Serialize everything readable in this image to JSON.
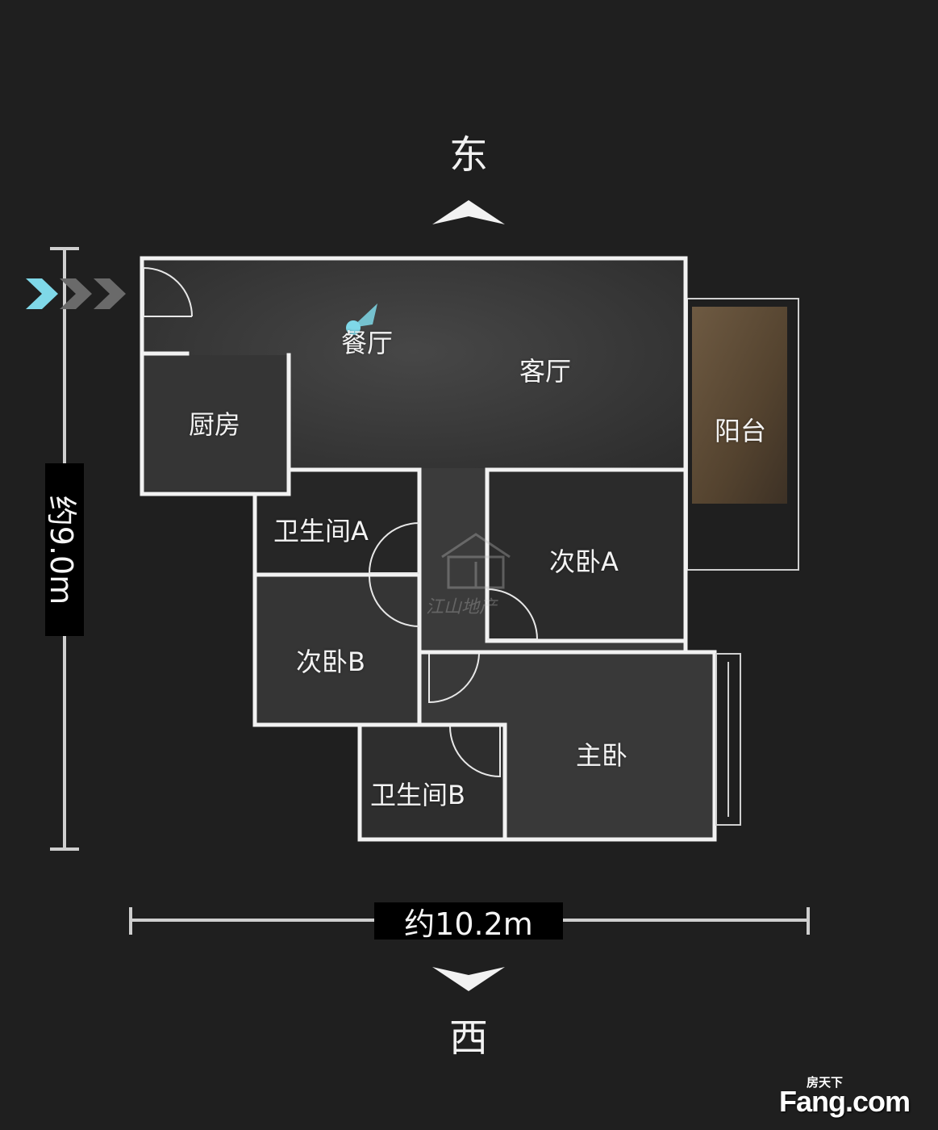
{
  "compass": {
    "north_label": "东",
    "south_label": "西"
  },
  "dimensions": {
    "height_label": "约9.0m",
    "width_label": "约10.2m"
  },
  "rooms": {
    "dining": "餐厅",
    "living": "客厅",
    "balcony": "阳台",
    "kitchen": "厨房",
    "bath_a": "卫生间A",
    "bedroom_a": "次卧A",
    "bedroom_b": "次卧B",
    "master": "主卧",
    "bath_b": "卫生间B"
  },
  "watermark": {
    "logo_text": "江山地产",
    "brand_cn": "房天下",
    "brand_en": "Fang.com"
  },
  "colors": {
    "background": "#1f1f1f",
    "wall": "#f2f2f2",
    "accent": "#7fd8e8",
    "floor": "#3a3a3a"
  }
}
